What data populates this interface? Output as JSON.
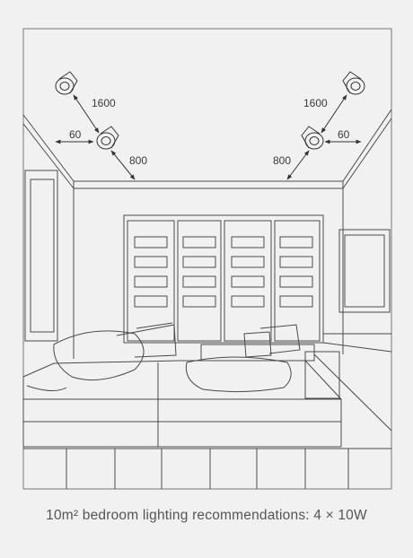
{
  "caption": "10m² bedroom lighting recommendations: 4 × 10W",
  "dimensions": {
    "left_spacing": "1600",
    "left_wall": "60",
    "left_depth": "800",
    "right_spacing": "1600",
    "right_wall": "60",
    "right_depth": "800"
  },
  "colors": {
    "background": "#f1f1f1",
    "line": "#4a4a4a",
    "caption": "#555555"
  }
}
